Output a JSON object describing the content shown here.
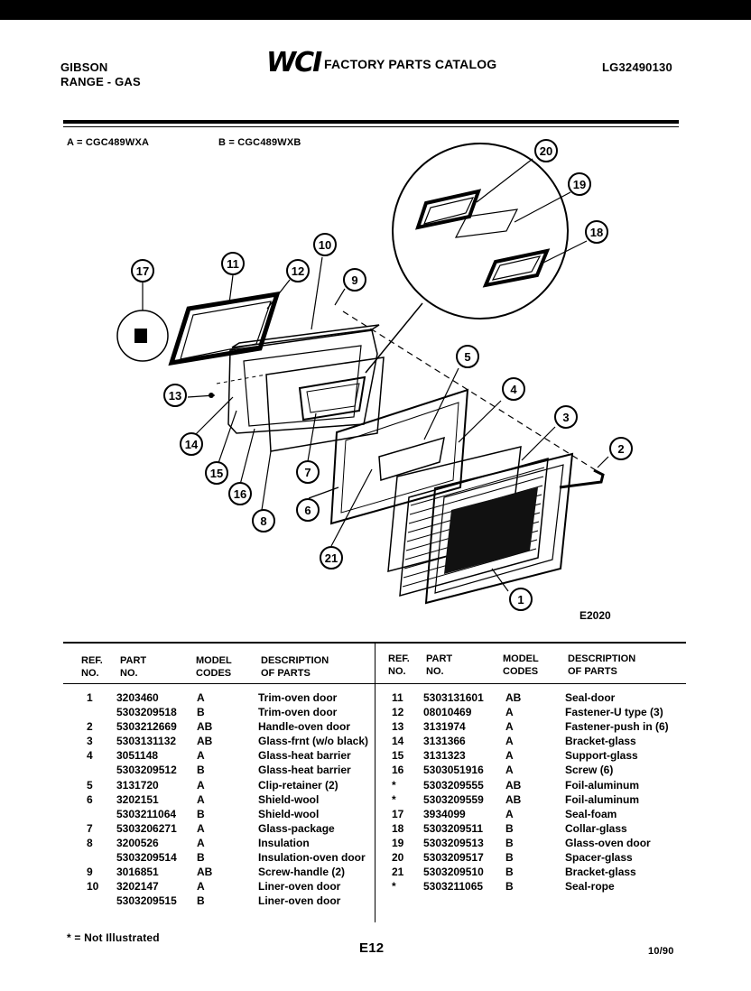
{
  "header": {
    "brand": "GIBSON",
    "product": "RANGE - GAS",
    "logo": "WCI",
    "catalog_title": "FACTORY PARTS CATALOG",
    "model_number": "LG32490130"
  },
  "models": {
    "a": "A = CGC489WXA",
    "b": "B = CGC489WXB"
  },
  "diagram": {
    "code": "E2020",
    "callouts": [
      "20",
      "19",
      "18",
      "17",
      "11",
      "12",
      "10",
      "9",
      "13",
      "14",
      "15",
      "16",
      "8",
      "7",
      "6",
      "5",
      "4",
      "3",
      "2",
      "1",
      "21"
    ]
  },
  "table": {
    "headers": {
      "ref": [
        "REF.",
        "NO."
      ],
      "part": [
        "PART",
        "NO."
      ],
      "model": [
        "MODEL",
        "CODES"
      ],
      "desc": [
        "DESCRIPTION",
        "OF PARTS"
      ]
    },
    "left": {
      "ref": [
        "1",
        "",
        "2",
        "3",
        "4",
        "",
        "5",
        "6",
        "",
        "7",
        "8",
        "",
        "9",
        "10",
        ""
      ],
      "part": [
        "3203460",
        "5303209518",
        "5303212669",
        "5303131132",
        "3051148",
        "5303209512",
        "3131720",
        "3202151",
        "5303211064",
        "5303206271",
        "3200526",
        "5303209514",
        "3016851",
        "3202147",
        "5303209515"
      ],
      "model": [
        "A",
        "B",
        "AB",
        "AB",
        "A",
        "B",
        "A",
        "A",
        "B",
        "A",
        "A",
        "B",
        "AB",
        "A",
        "B"
      ],
      "desc": [
        "Trim-oven door",
        "Trim-oven door",
        "Handle-oven door",
        "Glass-frnt (w/o black)",
        "Glass-heat barrier",
        "Glass-heat barrier",
        "Clip-retainer (2)",
        "Shield-wool",
        "Shield-wool",
        "Glass-package",
        "Insulation",
        "Insulation-oven door",
        "Screw-handle (2)",
        "Liner-oven door",
        "Liner-oven door"
      ]
    },
    "right": {
      "ref": [
        "11",
        "12",
        "13",
        "14",
        "15",
        "16",
        "*",
        "*",
        "17",
        "18",
        "19",
        "20",
        "21",
        "*"
      ],
      "part": [
        "5303131601",
        "08010469",
        "3131974",
        "3131366",
        "3131323",
        "5303051916",
        "5303209555",
        "5303209559",
        "3934099",
        "5303209511",
        "5303209513",
        "5303209517",
        "5303209510",
        "5303211065"
      ],
      "model": [
        "AB",
        "A",
        "A",
        "A",
        "A",
        "A",
        "AB",
        "AB",
        "A",
        "B",
        "B",
        "B",
        "B",
        "B"
      ],
      "desc": [
        "Seal-door",
        "Fastener-U type (3)",
        "Fastener-push in (6)",
        "Bracket-glass",
        "Support-glass",
        "Screw (6)",
        "Foil-aluminum",
        "Foil-aluminum",
        "Seal-foam",
        "Collar-glass",
        "Glass-oven door",
        "Spacer-glass",
        "Bracket-glass",
        "Seal-rope"
      ]
    }
  },
  "footer": {
    "note": "* = Not Illustrated",
    "page": "E12",
    "date": "10/90"
  }
}
